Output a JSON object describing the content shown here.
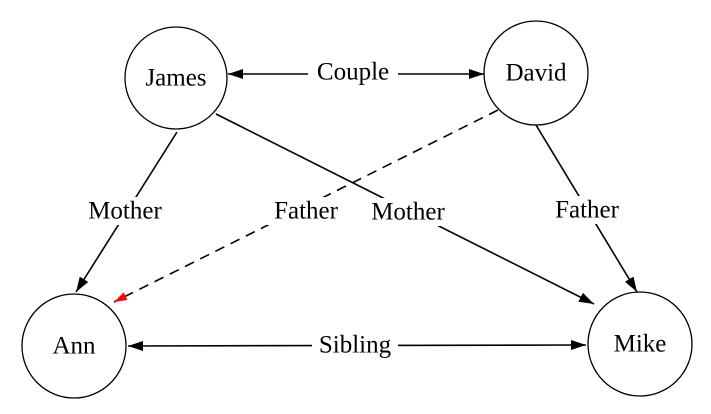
{
  "diagram": {
    "colors": {
      "line": "#000000",
      "text": "#000000",
      "highlight": "#ff0000",
      "node_fill": "#ffffff",
      "background": "#ffffff"
    },
    "nodes": {
      "james": {
        "label": "James"
      },
      "david": {
        "label": "David"
      },
      "ann": {
        "label": "Ann"
      },
      "mike": {
        "label": "Mike"
      }
    },
    "edges": {
      "couple": {
        "label": "Couple",
        "from": "James",
        "to": "David",
        "direction": "both",
        "style": "solid"
      },
      "mother_left": {
        "label": "Mother",
        "from": "James",
        "to": "Ann",
        "direction": "forward",
        "style": "solid"
      },
      "mother_center": {
        "label": "Mother",
        "from": "James",
        "to": "Mike",
        "direction": "forward",
        "style": "solid"
      },
      "father_right": {
        "label": "Father",
        "from": "David",
        "to": "Mike",
        "direction": "forward",
        "style": "solid"
      },
      "father_red": {
        "label": "Father",
        "from": "David",
        "to": "Ann",
        "direction": "forward",
        "style": "dashed"
      },
      "sibling": {
        "label": "Sibling",
        "from": "Ann",
        "to": "Mike",
        "direction": "both",
        "style": "solid"
      }
    }
  }
}
